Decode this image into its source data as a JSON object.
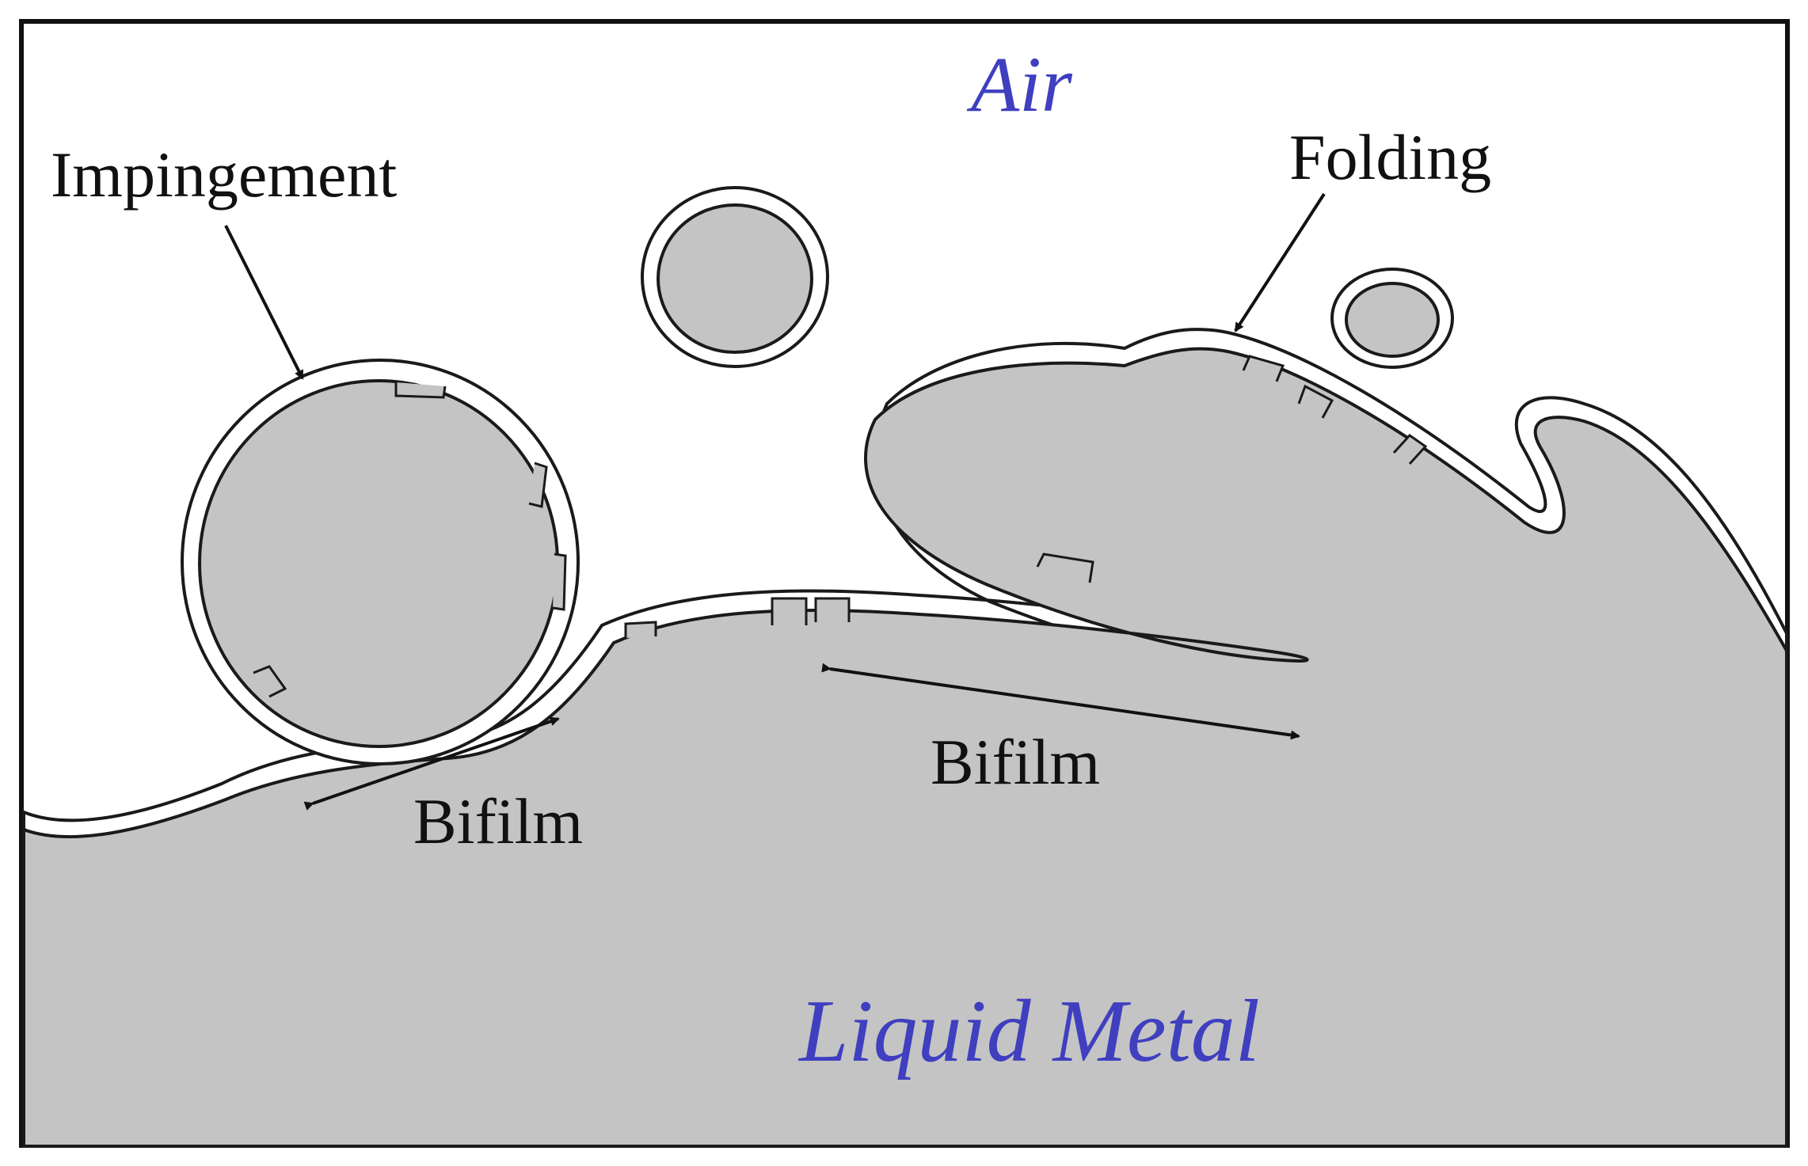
{
  "labels": {
    "air": "Air",
    "liquid_metal": "Liquid Metal",
    "impingement": "Impingement",
    "folding": "Folding",
    "bifilm_left": "Bifilm",
    "bifilm_right": "Bifilm"
  },
  "colors": {
    "metal": "#c4c4c4",
    "air": "#ffffff",
    "film_line": "#1a1a1a",
    "region_text": "#3f3fc0",
    "label_text": "#111111",
    "border": "#111111"
  }
}
